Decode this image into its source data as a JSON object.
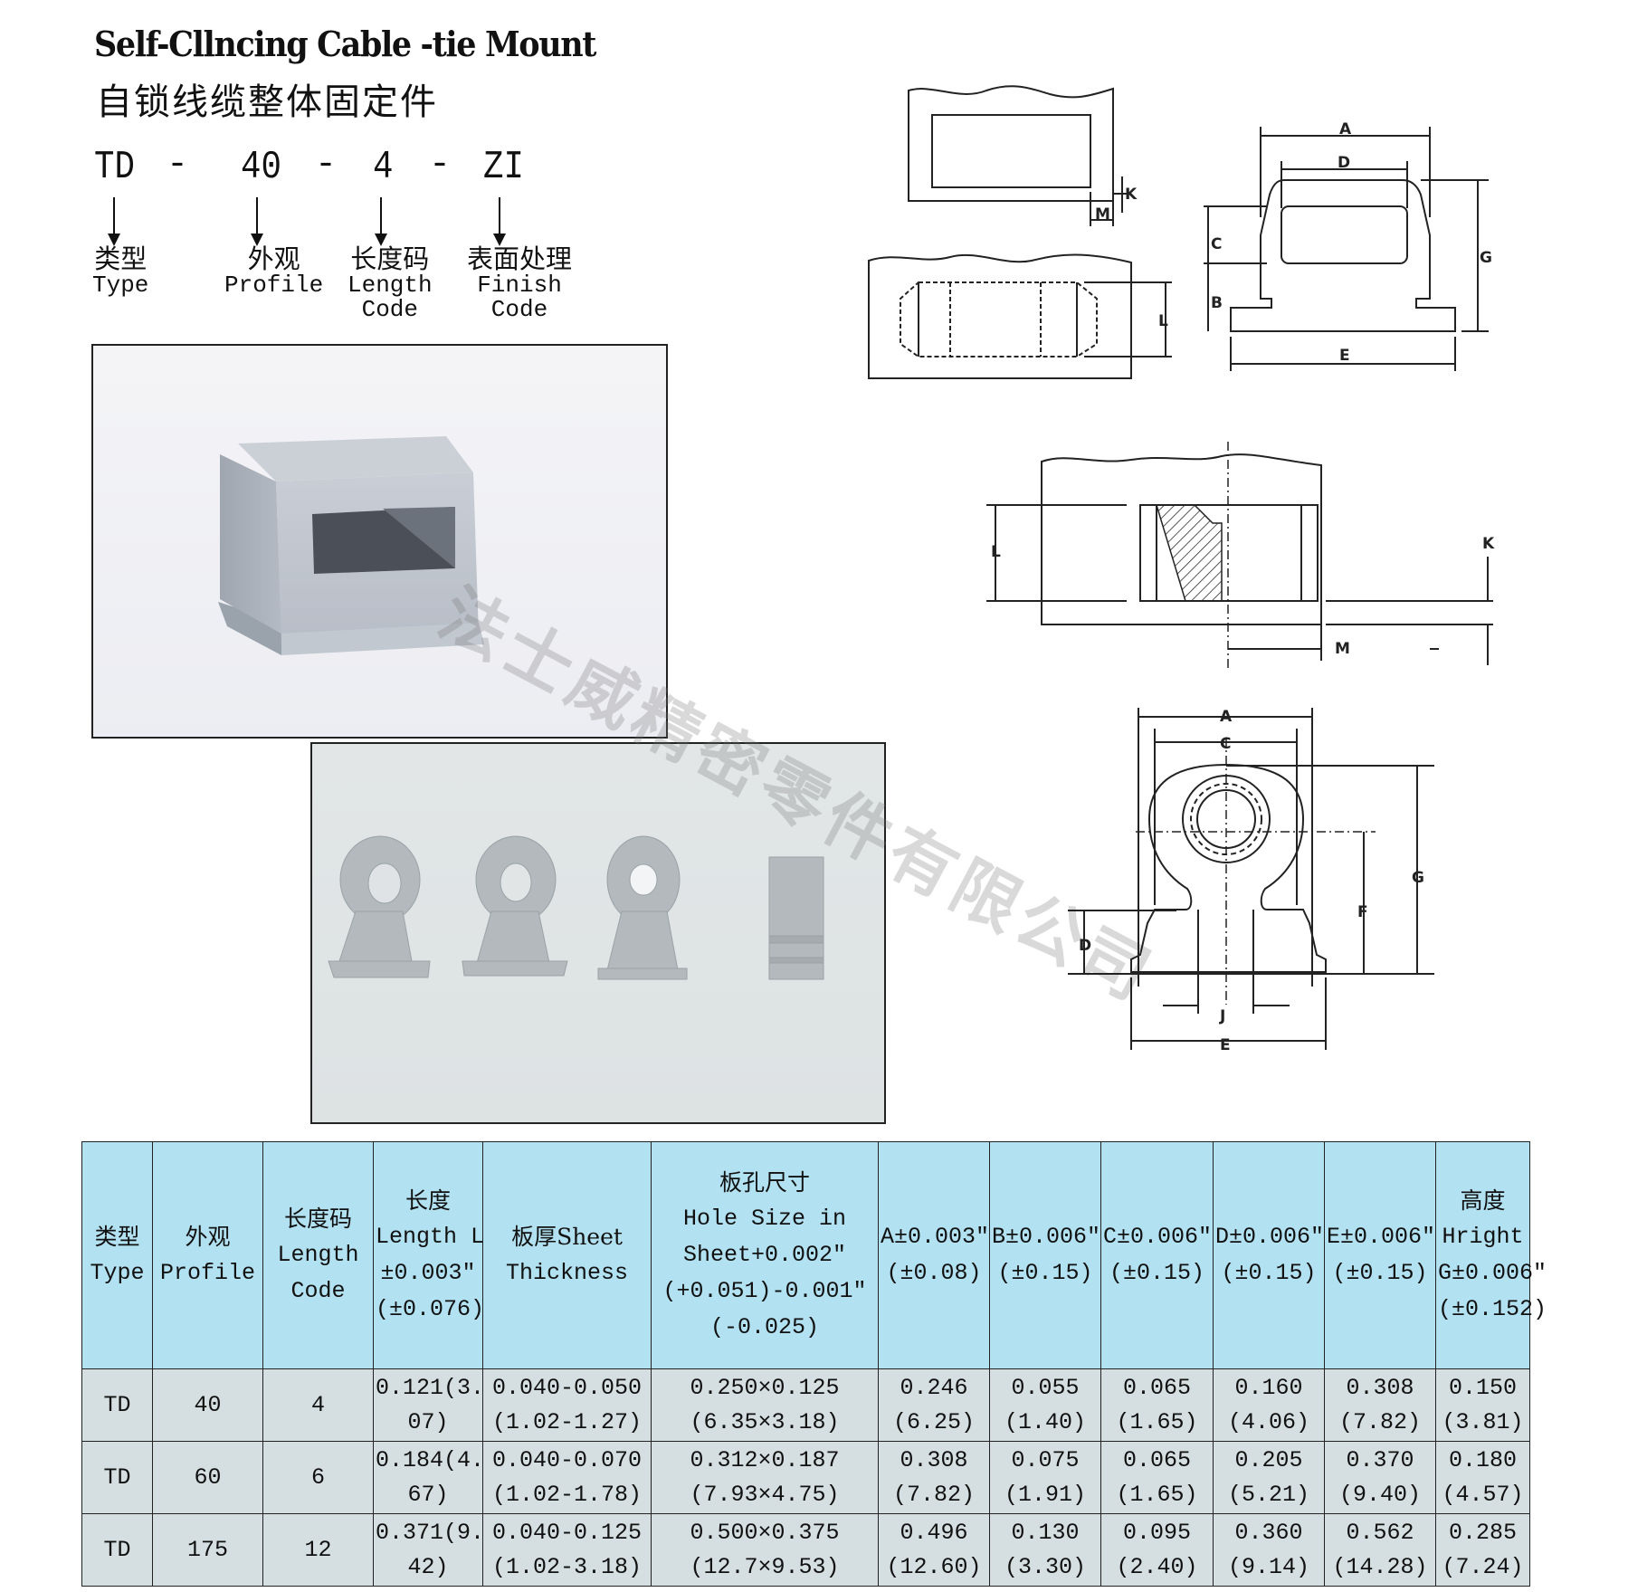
{
  "header": {
    "title_en": "Self-Cllncing Cable -tie Mount",
    "title_cn": "自锁线缆整体固定件"
  },
  "part_code": {
    "segments": [
      "TD",
      "40",
      "4",
      "ZI"
    ],
    "separator": "-",
    "legend": [
      {
        "cn": "类型",
        "en": [
          "Type"
        ]
      },
      {
        "cn": "外观",
        "en": [
          "Profile"
        ]
      },
      {
        "cn": "长度码",
        "en": [
          "Length",
          "Code"
        ]
      },
      {
        "cn": "表面处理",
        "en": [
          "Finish",
          "Code"
        ]
      }
    ]
  },
  "photos": [
    {
      "subject": "rectangular cable-tie mount (single part)"
    },
    {
      "subject": "four round threaded cable-tie mounts"
    }
  ],
  "watermark": "法士威精密零件有限公司",
  "drawings": {
    "top_left_labels": [
      "K",
      "M",
      "L"
    ],
    "top_right_labels": [
      "A",
      "D",
      "C",
      "B",
      "G",
      "E"
    ],
    "middle_labels": [
      "L",
      "K",
      "M"
    ],
    "bottom_labels": [
      "A",
      "C",
      "G",
      "F",
      "D",
      "J",
      "E"
    ]
  },
  "table": {
    "headers": [
      {
        "lines": [
          "类型",
          "Type"
        ]
      },
      {
        "lines": [
          "外观",
          "Profile"
        ]
      },
      {
        "lines": [
          "长度码",
          "Length",
          "Code"
        ]
      },
      {
        "lines": [
          "长度",
          "Length L",
          "±0.003″",
          "(±0.076)"
        ]
      },
      {
        "lines": [
          "板厚Sheet",
          "Thickness"
        ]
      },
      {
        "lines": [
          "板孔尺寸",
          "Hole Size in",
          "Sheet+0.002″",
          "(+0.051)-0.001″",
          "(-0.025)"
        ]
      },
      {
        "lines": [
          "A±0.003″",
          "(±0.08)"
        ]
      },
      {
        "lines": [
          "B±0.006″",
          "(±0.15)"
        ]
      },
      {
        "lines": [
          "C±0.006″",
          "(±0.15)"
        ]
      },
      {
        "lines": [
          "D±0.006″",
          "(±0.15)"
        ]
      },
      {
        "lines": [
          "E±0.006″",
          "(±0.15)"
        ]
      },
      {
        "lines": [
          "高度",
          "Hright",
          "G±0.006″",
          "(±0.152)"
        ]
      }
    ],
    "rows": [
      [
        [
          "TD"
        ],
        [
          "40"
        ],
        [
          "4"
        ],
        [
          "0.121(3.",
          "07)"
        ],
        [
          "0.040-0.050",
          "(1.02-1.27)"
        ],
        [
          "0.250×0.125",
          "(6.35×3.18)"
        ],
        [
          "0.246",
          "(6.25)"
        ],
        [
          "0.055",
          "(1.40)"
        ],
        [
          "0.065",
          "(1.65)"
        ],
        [
          "0.160",
          "(4.06)"
        ],
        [
          "0.308",
          "(7.82)"
        ],
        [
          "0.150",
          "(3.81)"
        ]
      ],
      [
        [
          "TD"
        ],
        [
          "60"
        ],
        [
          "6"
        ],
        [
          "0.184(4.",
          "67)"
        ],
        [
          "0.040-0.070",
          "(1.02-1.78)"
        ],
        [
          "0.312×0.187",
          "(7.93×4.75)"
        ],
        [
          "0.308",
          "(7.82)"
        ],
        [
          "0.075",
          "(1.91)"
        ],
        [
          "0.065",
          "(1.65)"
        ],
        [
          "0.205",
          "(5.21)"
        ],
        [
          "0.370",
          "(9.40)"
        ],
        [
          "0.180",
          "(4.57)"
        ]
      ],
      [
        [
          "TD"
        ],
        [
          "175"
        ],
        [
          "12"
        ],
        [
          "0.371(9.",
          "42)"
        ],
        [
          "0.040-0.125",
          "(1.02-3.18)"
        ],
        [
          "0.500×0.375",
          "(12.7×9.53)"
        ],
        [
          "0.496",
          "(12.60)"
        ],
        [
          "0.130",
          "(3.30)"
        ],
        [
          "0.095",
          "(2.40)"
        ],
        [
          "0.360",
          "(9.14)"
        ],
        [
          "0.562",
          "(14.28)"
        ],
        [
          "0.285",
          "(7.24)"
        ]
      ]
    ]
  },
  "colors": {
    "header_bg": "#b2e1f1",
    "row_bg": "#d5dfe1",
    "border": "#222222"
  }
}
